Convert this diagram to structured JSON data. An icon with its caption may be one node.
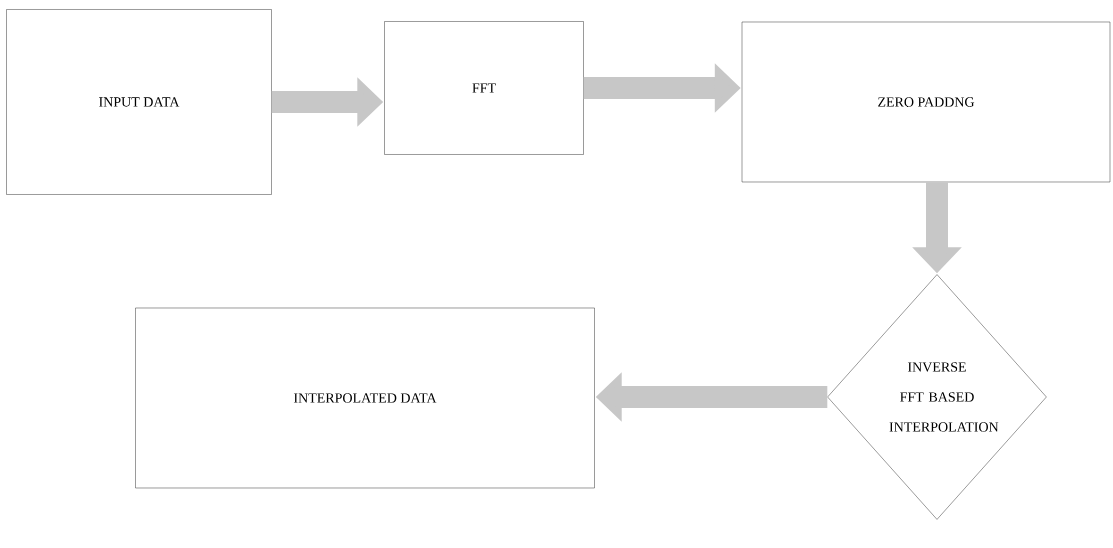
{
  "diagram": {
    "nodes": [
      {
        "text": [
          "INPUT DATA"
        ]
      },
      {
        "text": [
          "FFT"
        ]
      },
      {
        "text": [
          "ZERO PADDNG"
        ]
      },
      {
        "text": [
          "INVERSE FFT BASED INTERPOLATION"
        ]
      },
      {
        "text": [
          "INTERPOLATED DATA"
        ]
      }
    ],
    "edges": [
      {
        "from": 0,
        "to": 1,
        "arrow": "to"
      },
      {
        "from": 1,
        "to": 2,
        "arrow": "to"
      },
      {
        "from": 2,
        "to": 3,
        "arrow": "to"
      },
      {
        "from": 3,
        "to": 4,
        "arrow": "to"
      }
    ]
  }
}
